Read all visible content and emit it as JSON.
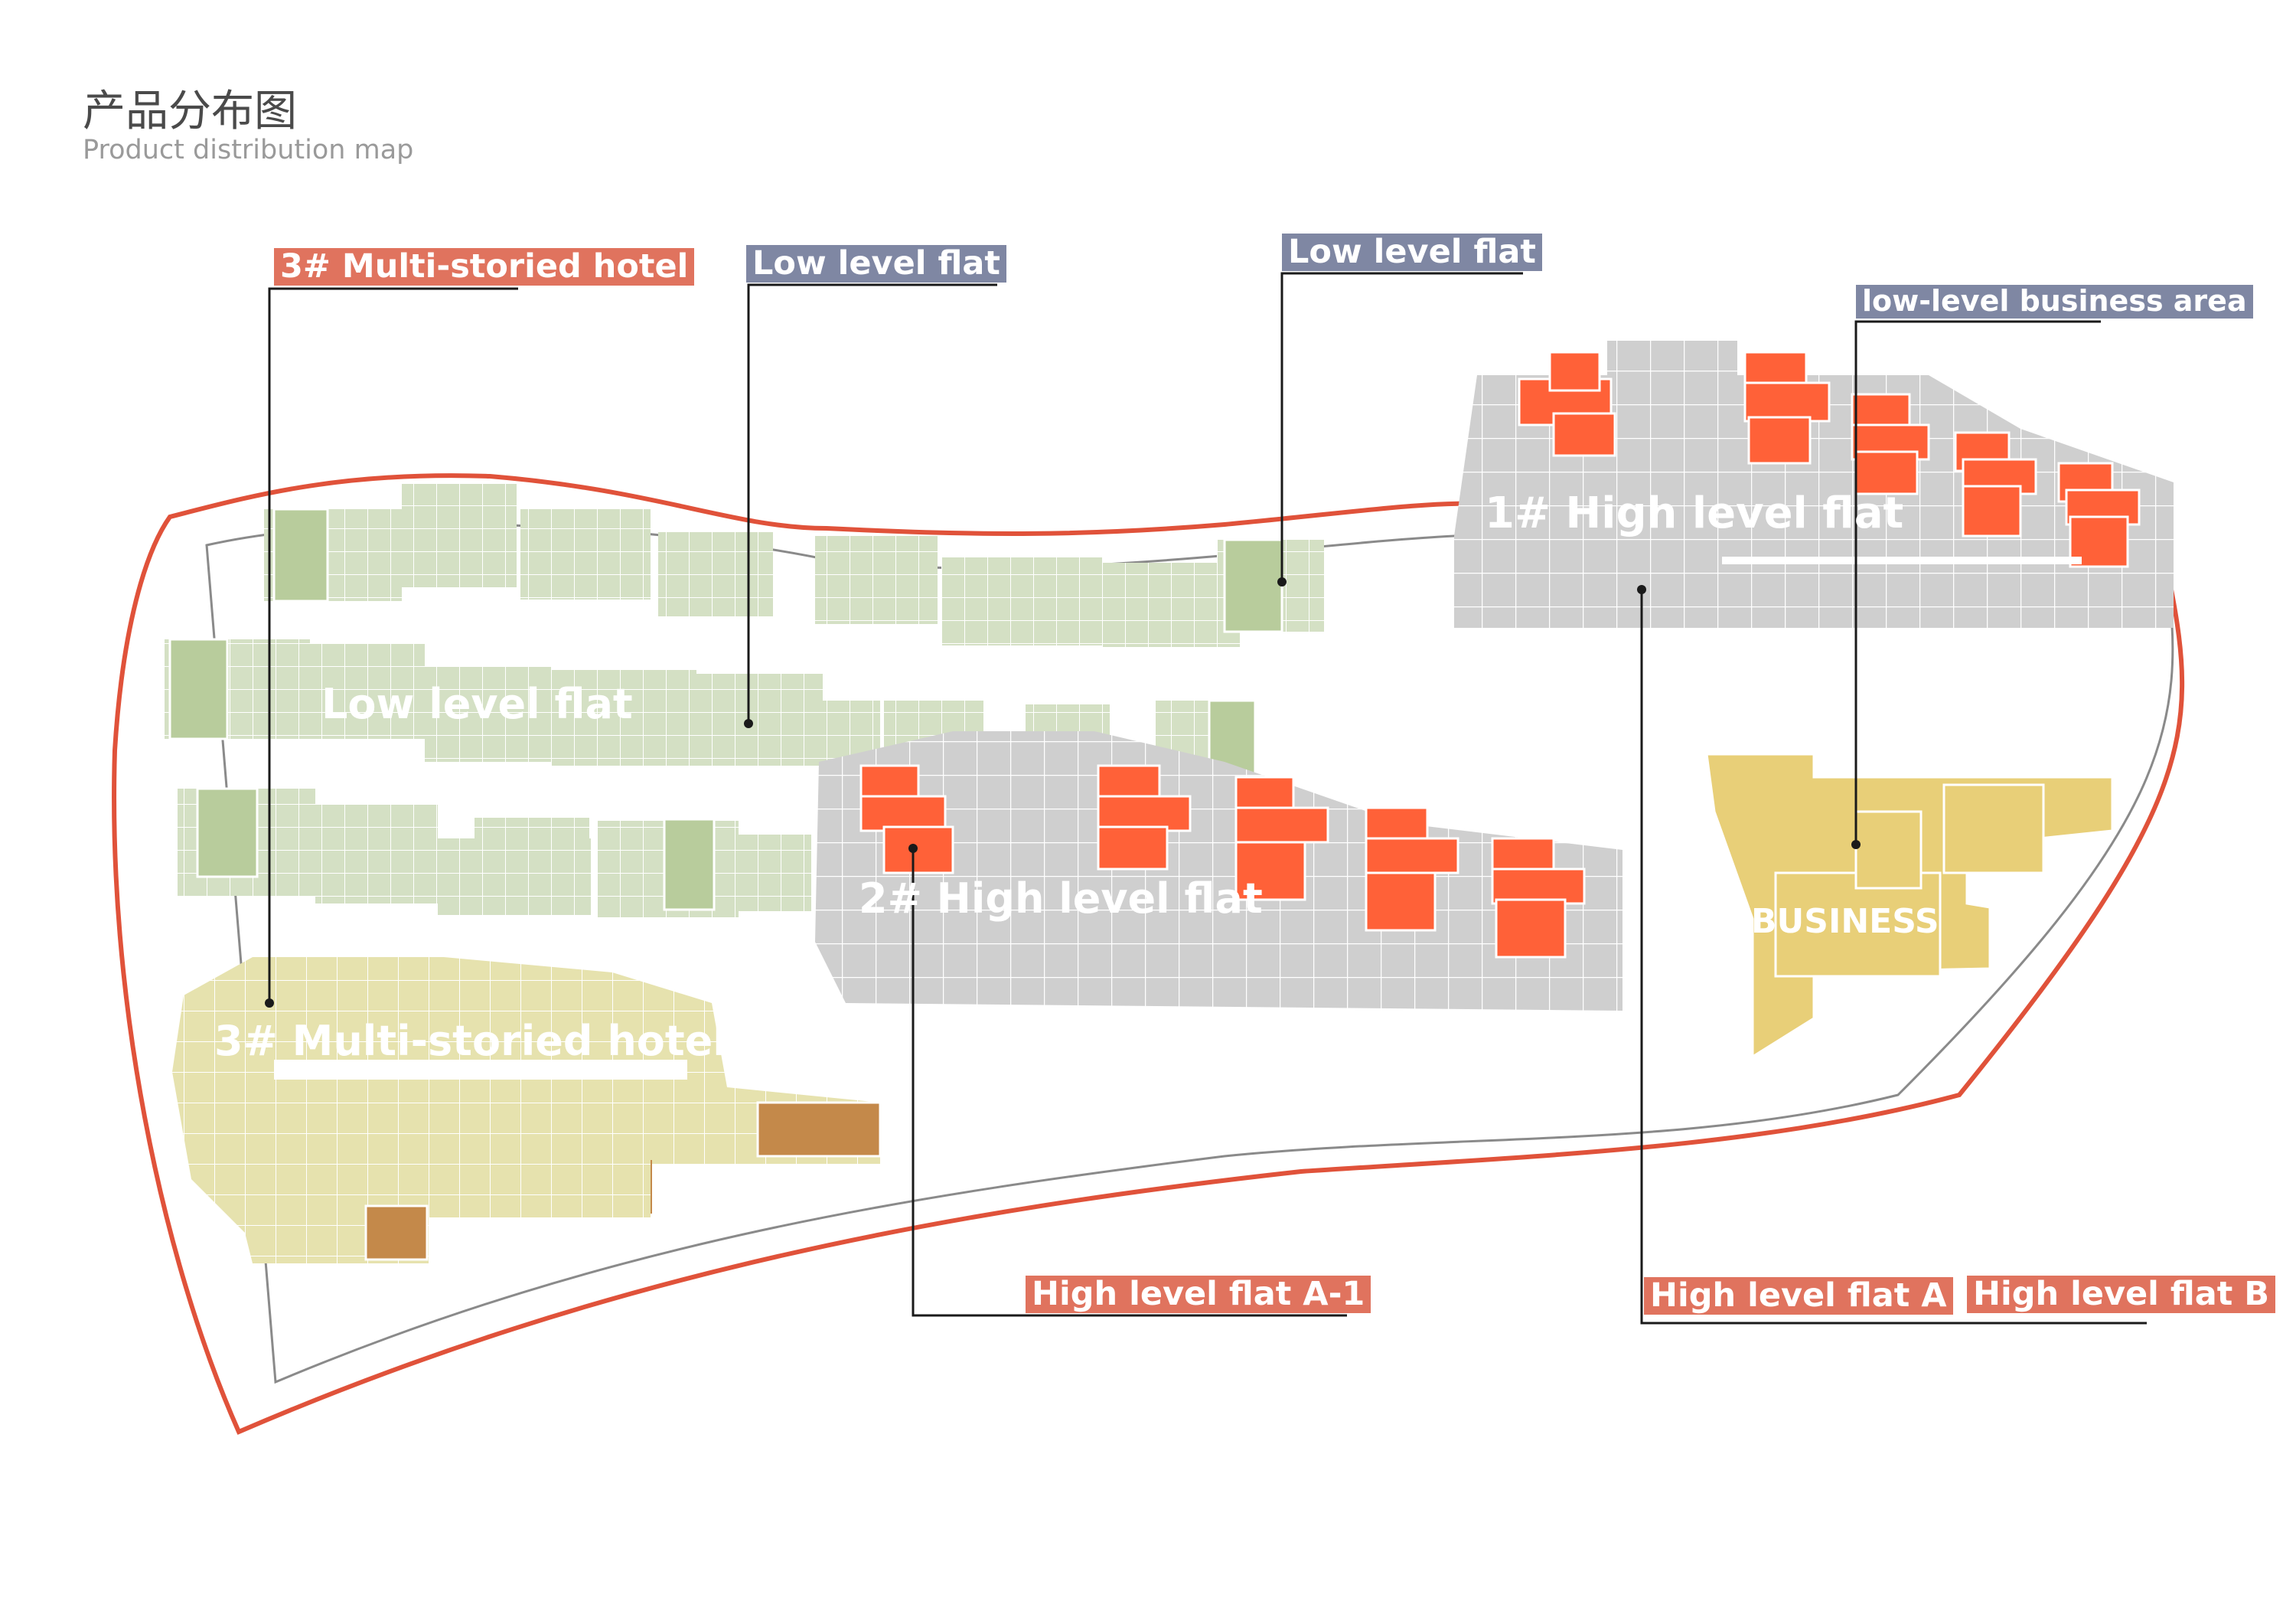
{
  "header": {
    "title_cn": "产品分布图",
    "title_en": "Product distribution map"
  },
  "callouts": {
    "hotel": "3# Multi-storied hotel",
    "low_flat_a": "Low level flat",
    "low_flat_b": "Low level flat",
    "business_area": "low-level business area",
    "high_a1": "High level flat A-1",
    "high_a": "High level flat A",
    "high_b": "High level flat B"
  },
  "map_labels": {
    "low_flat": "Low level flat",
    "high_1": "1# High level flat",
    "high_2": "2# High level flat",
    "hotel": "3# Multi-storied hotel",
    "business": "BUSINESS"
  },
  "colors": {
    "boundary": "#e0523a",
    "low_flat": "#d4e0c4",
    "low_flat_dark": "#b8cc9c",
    "high_flat": "#cfcfcf",
    "high_flat_accent": "#ff6138",
    "hotel": "#e6e2ae",
    "hotel_accent": "#c4894a",
    "business": "#e8cf78",
    "tag_red": "#e0735e",
    "tag_blue": "#7f87a3"
  }
}
